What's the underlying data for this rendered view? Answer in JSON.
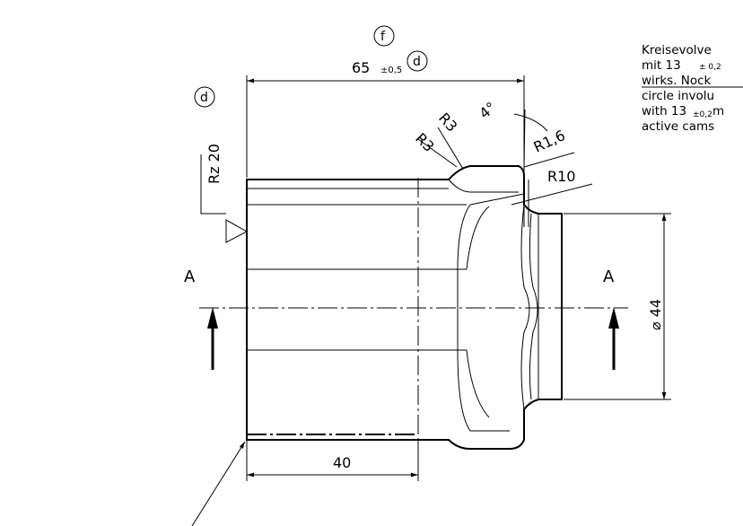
{
  "drawing": {
    "width_dim": "65",
    "width_tol": "±0,5",
    "bottom_dim": "40",
    "diameter_dim": "⌀ 44",
    "radii": {
      "r3_a": "R3",
      "r3_b": "R3",
      "r16": "R1,6",
      "r10": "R10"
    },
    "angle": "4°",
    "roughness": "Rz 20",
    "section_label_left": "A",
    "section_label_right": "A",
    "marker_f": "f",
    "marker_d_top": "d",
    "marker_d_left": "d",
    "note": [
      "Kreisevolve",
      "mit  13",
      "wirks. Nock",
      "circle  involu",
      "with  13",
      "active  cams"
    ],
    "note_tol_1": "± 0,2",
    "note_tol_2": "±0,2",
    "note_tail_2": "m"
  }
}
